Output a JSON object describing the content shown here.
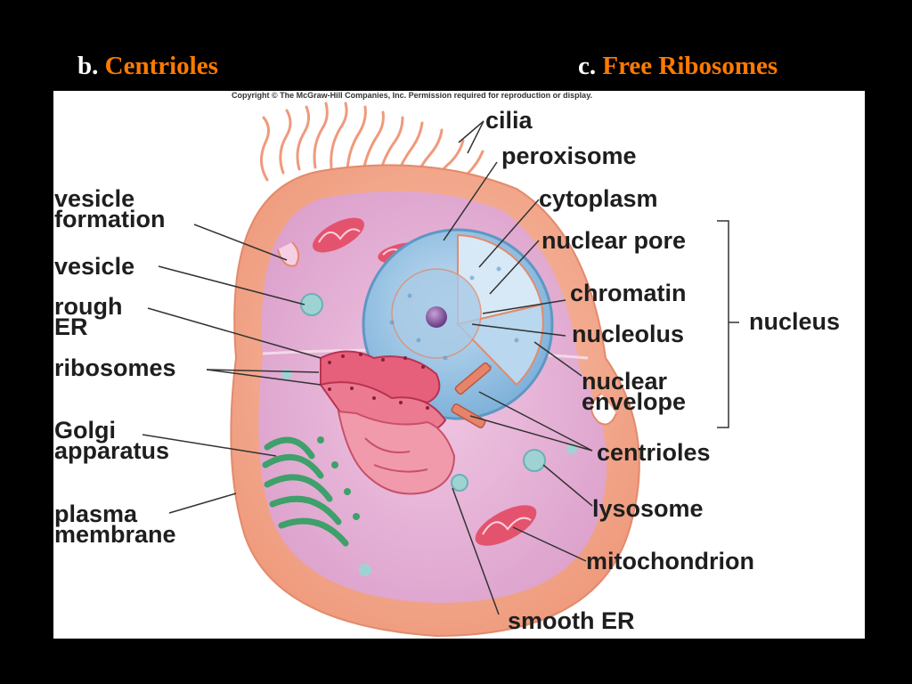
{
  "headings": {
    "b": {
      "letter": "b.",
      "term": "Centrioles"
    },
    "c": {
      "letter": "c.",
      "term": "Free Ribosomes"
    }
  },
  "copyright": "Copyright © The McGraw-Hill Companies, Inc. Permission required for reproduction or display.",
  "labels": {
    "cilia": "cilia",
    "peroxisome": "peroxisome",
    "cytoplasm": "cytoplasm",
    "nuclear_pore": "nuclear pore",
    "chromatin": "chromatin",
    "nucleolus": "nucleolus",
    "nuclear_envelope": [
      "nuclear",
      "envelope"
    ],
    "nucleus": "nucleus",
    "vesicle_formation": [
      "vesicle",
      "formation"
    ],
    "vesicle": "vesicle",
    "rough_er": [
      "rough",
      "ER"
    ],
    "ribosomes": "ribosomes",
    "golgi_apparatus": [
      "Golgi",
      "apparatus"
    ],
    "plasma_membrane": [
      "plasma",
      "membrane"
    ],
    "centrioles": "centrioles",
    "lysosome": "lysosome",
    "mitochondrion": "mitochondrion",
    "smooth_er": "smooth ER"
  },
  "colors": {
    "background": "#000000",
    "heading_text": "#ffffff",
    "heading_term": "#ff7a00",
    "membrane": "#f4a98a",
    "cytoplasm": "#e9b3d6",
    "nucleus": "#9fc8e6",
    "organelle_red": "#e4536e",
    "golgi_green": "#3ea06a"
  }
}
